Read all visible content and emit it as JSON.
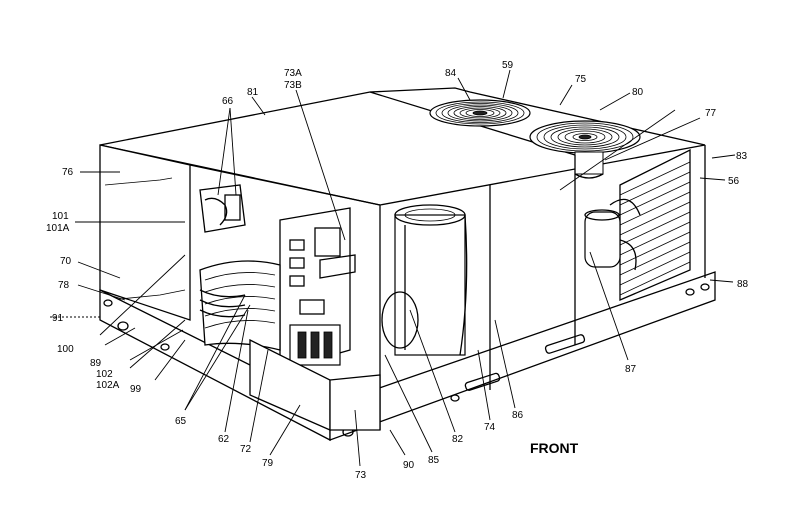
{
  "diagram": {
    "front_label": "FRONT",
    "callouts": {
      "c84": "84",
      "c59": "59",
      "c75": "75",
      "c80": "80",
      "c77": "77",
      "c83": "83",
      "c56": "56",
      "c88": "88",
      "c87": "87",
      "c86": "86",
      "c74": "74",
      "c82": "82",
      "c85": "85",
      "c90": "90",
      "c73": "73",
      "c79": "79",
      "c72": "72",
      "c62": "62",
      "c65": "65",
      "c99": "99",
      "c102": "102",
      "c102A": "102A",
      "c89": "89",
      "c100": "100",
      "c91": "91",
      "c78": "78",
      "c70": "70",
      "c101": "101",
      "c101A": "101A",
      "c76": "76",
      "c66": "66",
      "c81": "81",
      "c73A": "73A",
      "c73B": "73B"
    }
  }
}
